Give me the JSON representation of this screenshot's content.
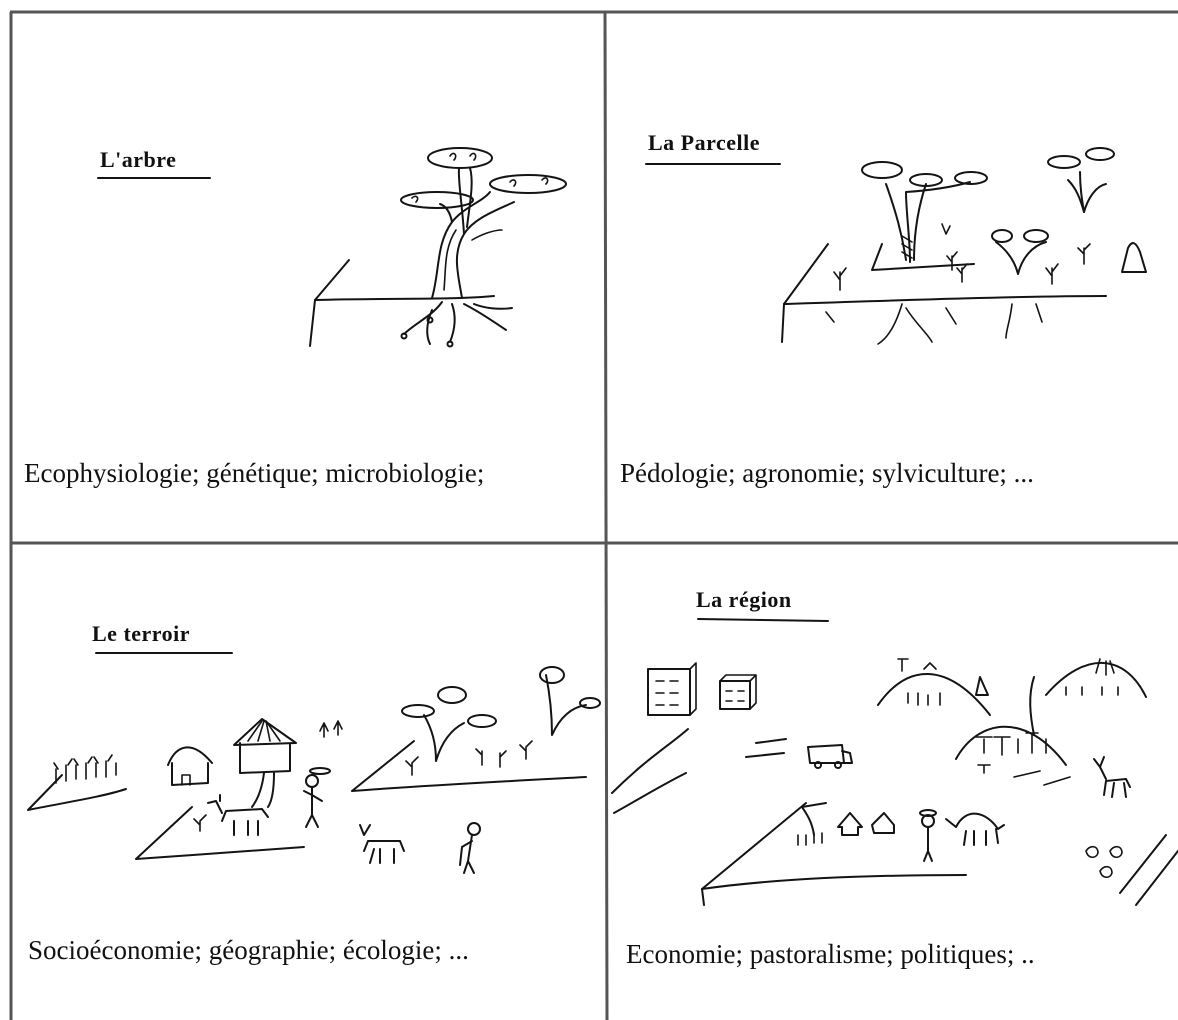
{
  "panels": [
    {
      "id": "arbre",
      "title": "L'arbre",
      "caption": "Ecophysiologie; génétique; microbiologie;"
    },
    {
      "id": "parcelle",
      "title": "La Parcelle",
      "caption": "Pédologie; agronomie; sylviculture; ..."
    },
    {
      "id": "terroir",
      "title": "Le terroir",
      "caption": "Socioéconomie; géographie; écologie; ..."
    },
    {
      "id": "region",
      "title": "La région",
      "caption": "Economie; pastoralisme; politiques; .."
    }
  ],
  "colors": {
    "ink": "#141414",
    "border": "#555555",
    "background": "#ffffff"
  }
}
